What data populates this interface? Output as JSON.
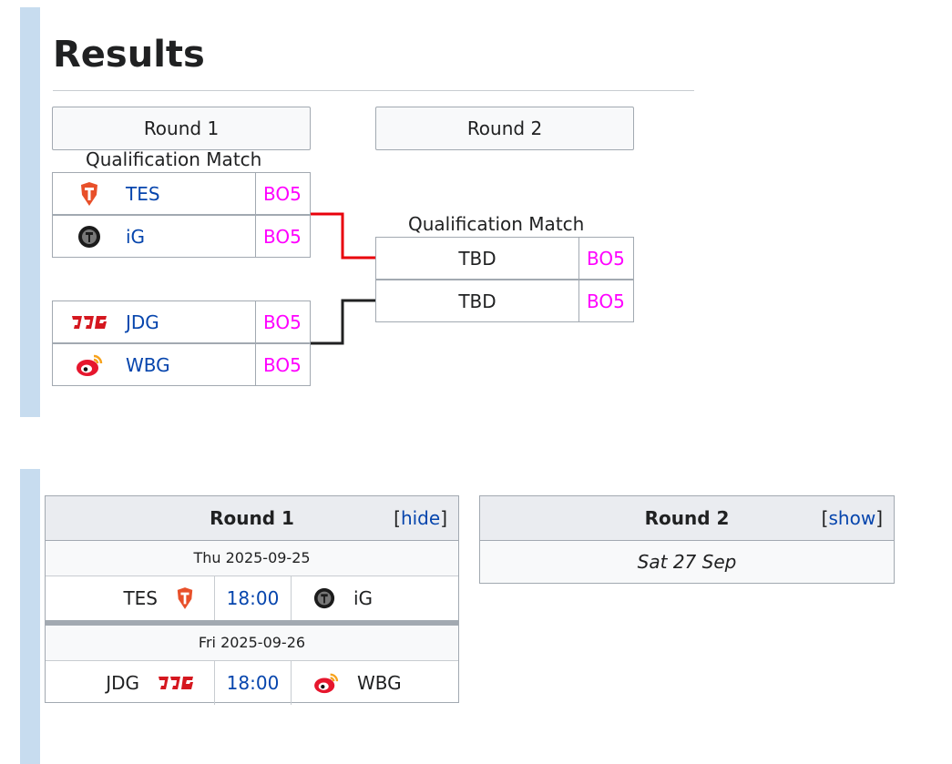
{
  "page": {
    "title": "Results"
  },
  "bracket": {
    "rounds": [
      {
        "label": "Round 1"
      },
      {
        "label": "Round 2"
      }
    ],
    "round1": {
      "match_label": "Qualification Match",
      "matches": [
        {
          "team_a": {
            "name": "TES",
            "logo": "tes-logo-icon",
            "score": "BO5"
          },
          "team_b": {
            "name": "iG",
            "logo": "ig-logo-icon",
            "score": "BO5"
          }
        },
        {
          "team_a": {
            "name": "JDG",
            "logo": "jdg-logo-icon",
            "score": "BO5"
          },
          "team_b": {
            "name": "WBG",
            "logo": "wbg-logo-icon",
            "score": "BO5"
          }
        }
      ]
    },
    "round2": {
      "match_label": "Qualification Match",
      "team_a": {
        "name": "TBD",
        "score": "BO5"
      },
      "team_b": {
        "name": "TBD",
        "score": "BO5"
      }
    },
    "colors": {
      "winner_line": "#e8000b",
      "line": "#202122",
      "score": "#ff00ff",
      "link": "#0645ad"
    }
  },
  "schedule": {
    "round1": {
      "title": "Round 1",
      "toggle_open": "[",
      "toggle_label": "hide",
      "toggle_close": "]",
      "days": [
        {
          "date": "Thu 2025-09-25",
          "team_a": "TES",
          "time": "18:00",
          "team_b": "iG"
        },
        {
          "date": "Fri 2025-09-26",
          "team_a": "JDG",
          "time": "18:00",
          "team_b": "WBG"
        }
      ]
    },
    "round2": {
      "title": "Round 2",
      "toggle_open": "[",
      "toggle_label": "show",
      "toggle_close": "]",
      "date": "Sat 27 Sep"
    }
  }
}
